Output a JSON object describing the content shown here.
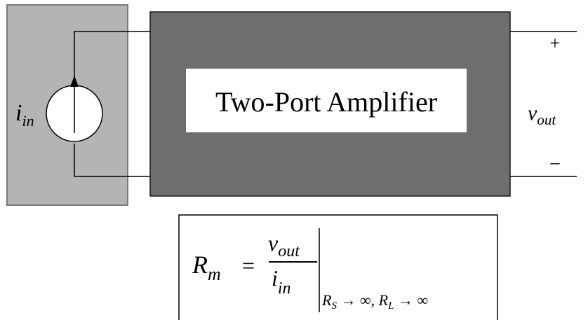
{
  "source": {
    "current_symbol": "i",
    "current_subscript": "in"
  },
  "amplifier": {
    "label": "Two-Port Amplifier"
  },
  "output": {
    "plus": "+",
    "minus": "–",
    "voltage_symbol": "v",
    "voltage_subscript": "out"
  },
  "formula": {
    "lhs_symbol": "R",
    "lhs_subscript": "m",
    "equals": "=",
    "numerator_symbol": "v",
    "numerator_subscript": "out",
    "denominator_symbol": "i",
    "denominator_subscript": "in",
    "condition_rs_symbol": "R",
    "condition_rs_subscript": "S",
    "condition_rs_limit": " → ∞, ",
    "condition_rl_symbol": "R",
    "condition_rl_subscript": "L",
    "condition_rl_limit": " → ∞"
  },
  "colors": {
    "source_box": "#b4b4b4",
    "amplifier_box": "#6e6e6e",
    "label_background": "#ffffff"
  }
}
